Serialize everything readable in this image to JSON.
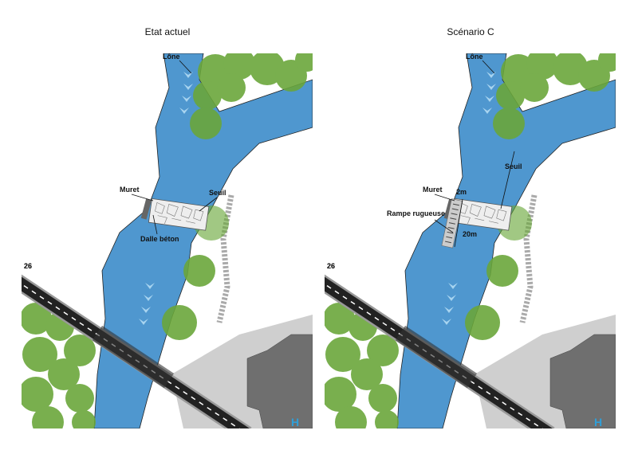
{
  "panels": [
    {
      "title": "Etat actuel",
      "labels": {
        "lone": "Lône",
        "muret": "Muret",
        "seuil": "Seuil",
        "dalle": "Dalle béton",
        "road_num": "26"
      }
    },
    {
      "title": "Scénario C",
      "labels": {
        "lone": "Lône",
        "muret": "Muret",
        "seuil": "Seuil",
        "rampe": "Rampe rugueuse",
        "width": "2m",
        "length": "20m",
        "road_num": "26"
      }
    }
  ],
  "colors": {
    "water": "#4f97cf",
    "tree": "#6aa63a",
    "ground": "#cfcfcf",
    "building": "#707070",
    "road": "#222222"
  }
}
